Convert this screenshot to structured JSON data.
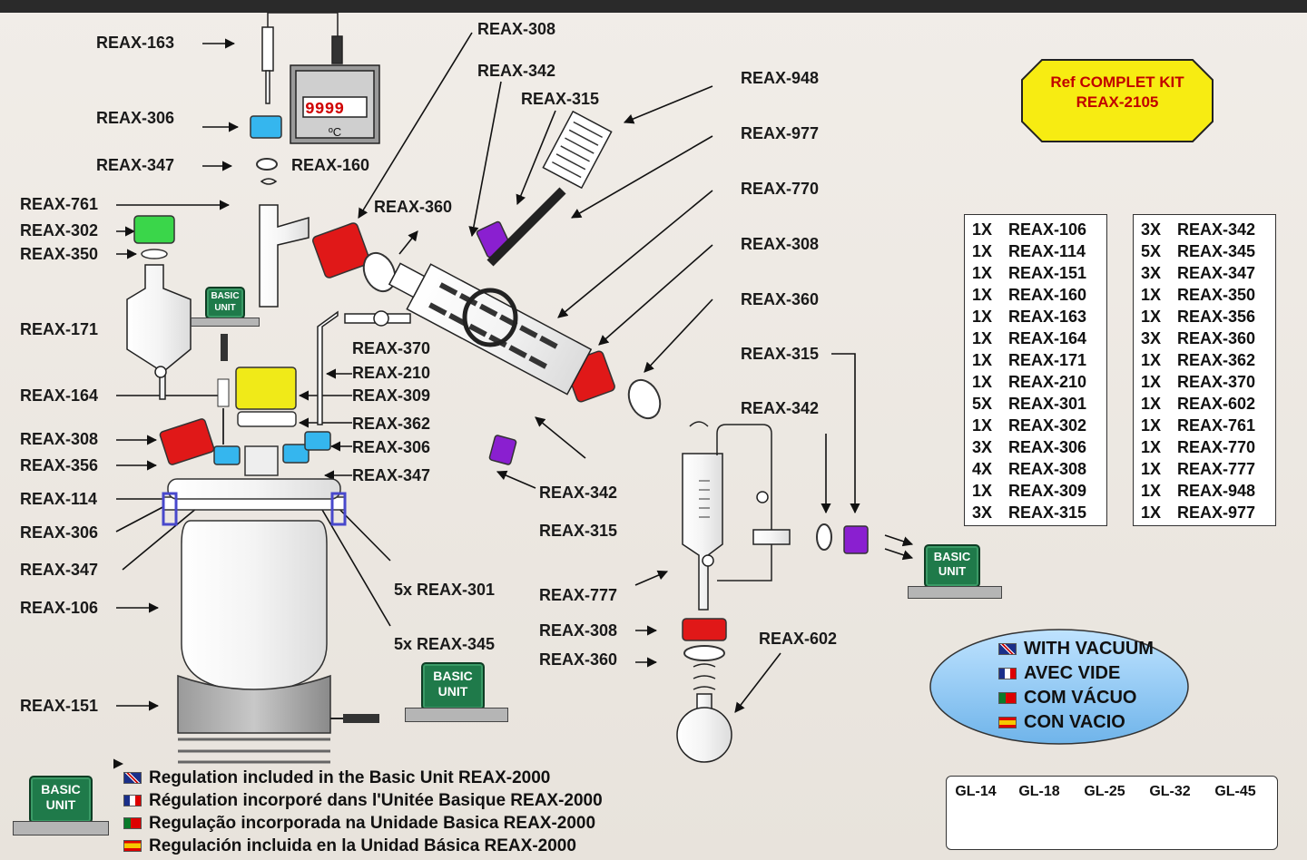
{
  "labels": [
    "REAX-163",
    "REAX-306",
    "REAX-347",
    "REAX-160",
    "REAX-761",
    "REAX-302",
    "REAX-350",
    "REAX-171",
    "REAX-164",
    "REAX-308",
    "REAX-356",
    "REAX-114",
    "REAX-306",
    "REAX-347",
    "REAX-106",
    "REAX-151",
    "REAX-360",
    "REAX-370",
    "REAX-210",
    "REAX-309",
    "REAX-362",
    "REAX-306",
    "REAX-347",
    "REAX-308",
    "REAX-342",
    "REAX-315",
    "REAX-948",
    "REAX-977",
    "REAX-770",
    "REAX-308",
    "REAX-360",
    "REAX-315",
    "REAX-342",
    "REAX-342",
    "REAX-315",
    "5x REAX-301",
    "5x REAX-345",
    "REAX-777",
    "REAX-308",
    "REAX-360",
    "REAX-602"
  ],
  "display": {
    "digits": "9999",
    "unit": "ºC"
  },
  "basic_unit": {
    "label": "BASIC UNIT"
  },
  "kit": {
    "line1": "Ref COMPLET KIT",
    "line2": "REAX-2105"
  },
  "parts_left": [
    {
      "qty": "1X",
      "ref": "REAX-106"
    },
    {
      "qty": "1X",
      "ref": "REAX-114"
    },
    {
      "qty": "1X",
      "ref": "REAX-151"
    },
    {
      "qty": "1X",
      "ref": "REAX-160"
    },
    {
      "qty": "1X",
      "ref": "REAX-163"
    },
    {
      "qty": "1X",
      "ref": "REAX-164"
    },
    {
      "qty": "1X",
      "ref": "REAX-171"
    },
    {
      "qty": "1X",
      "ref": "REAX-210"
    },
    {
      "qty": "5X",
      "ref": "REAX-301"
    },
    {
      "qty": "1X",
      "ref": "REAX-302"
    },
    {
      "qty": "3X",
      "ref": "REAX-306"
    },
    {
      "qty": "4X",
      "ref": "REAX-308"
    },
    {
      "qty": "1X",
      "ref": "REAX-309"
    },
    {
      "qty": "3X",
      "ref": "REAX-315"
    }
  ],
  "parts_right": [
    {
      "qty": "3X",
      "ref": "REAX-342"
    },
    {
      "qty": "5X",
      "ref": "REAX-345"
    },
    {
      "qty": "3X",
      "ref": "REAX-347"
    },
    {
      "qty": "1X",
      "ref": "REAX-350"
    },
    {
      "qty": "1X",
      "ref": "REAX-356"
    },
    {
      "qty": "3X",
      "ref": "REAX-360"
    },
    {
      "qty": "1X",
      "ref": "REAX-362"
    },
    {
      "qty": "1X",
      "ref": "REAX-370"
    },
    {
      "qty": "1X",
      "ref": "REAX-602"
    },
    {
      "qty": "1X",
      "ref": "REAX-761"
    },
    {
      "qty": "1X",
      "ref": "REAX-770"
    },
    {
      "qty": "1X",
      "ref": "REAX-777"
    },
    {
      "qty": "1X",
      "ref": "REAX-948"
    },
    {
      "qty": "1X",
      "ref": "REAX-977"
    }
  ],
  "vacuum": [
    "WITH VACUUM",
    "AVEC VIDE",
    "COM VÁCUO",
    "CON VACIO"
  ],
  "notes": [
    "Regulation included in the Basic Unit REAX-2000",
    "Régulation incorporé dans l'Unitée Basique REAX-2000",
    "Regulação incorporada na Unidade Basica REAX-2000",
    "Regulación incluida en la Unidad Básica REAX-2000"
  ],
  "gl_sizes": [
    "GL-14",
    "GL-18",
    "GL-25",
    "GL-32",
    "GL-45"
  ],
  "colors": {
    "purple": "#8a1fd0",
    "blue": "#35b6ee",
    "green": "#3ad64a",
    "red": "#e01818",
    "yellow": "#f0ea18",
    "kit_badge": "#f7ec12",
    "kit_text": "#c00000"
  }
}
